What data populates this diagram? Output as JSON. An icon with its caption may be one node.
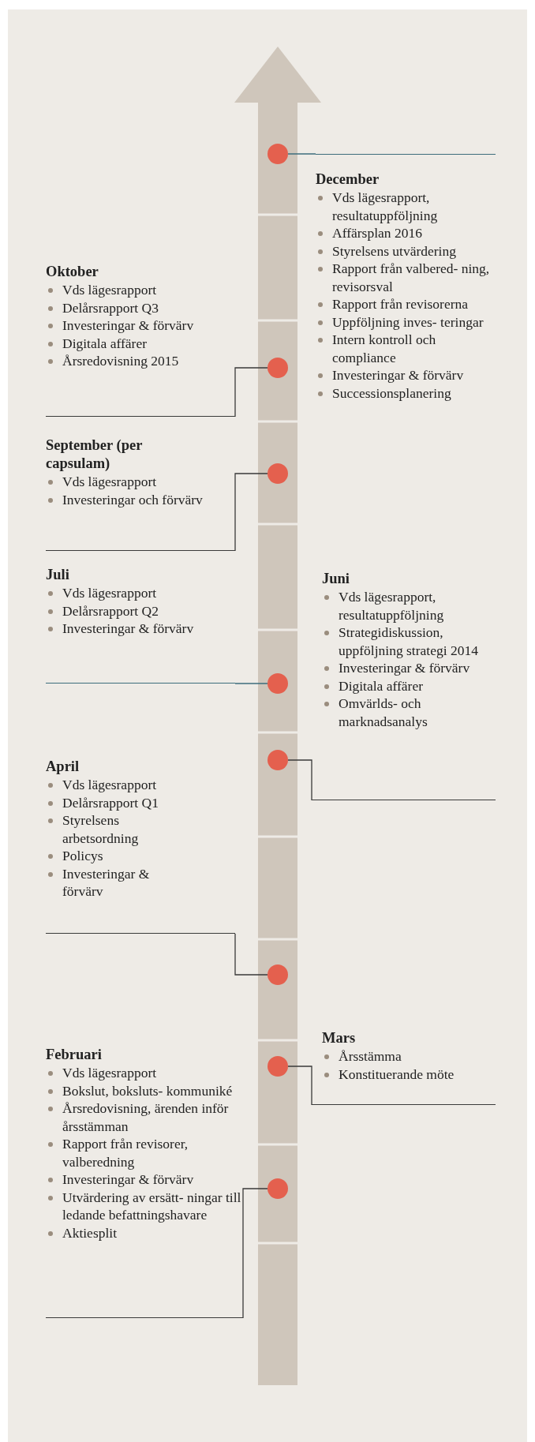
{
  "diagram": {
    "nodes": [
      {
        "text": [
          "December",
          "Vds lägesrapport, resultatuppföljning",
          "Affärsplan 2016",
          "Styrelsens utvärdering",
          "Rapport från valbered- ning, revisorsval",
          "Rapport från revisorerna",
          "Uppföljning inves- teringar",
          "Intern kontroll och compliance",
          "Investeringar & förvärv",
          "Successionsplanering"
        ]
      },
      {
        "text": [],
        "shape": "circle"
      },
      {
        "text": [
          "Oktober",
          "Vds lägesrapport",
          "Delårsrapport Q3",
          "Investeringar & förvärv",
          "Digitala affärer",
          "Årsredovisning 2015"
        ]
      },
      {
        "text": [],
        "shape": "circle"
      },
      {
        "text": [
          "September (per capsulam)",
          "Vds lägesrapport",
          "Investeringar och förvärv"
        ]
      },
      {
        "text": [],
        "shape": "circle"
      },
      {
        "text": [
          "Juli",
          "Vds lägesrapport",
          "Delårsrapport Q2",
          "Investeringar & förvärv"
        ]
      },
      {
        "text": [],
        "shape": "circle"
      },
      {
        "text": [
          "Juni",
          "Vds lägesrapport, resultatuppföljning",
          "Strategidiskussion, uppföljning strategi 2014",
          "Investeringar & förvärv",
          "Digitala affärer",
          "Omvärlds- och marknadsanalys"
        ]
      },
      {
        "text": [],
        "shape": "circle"
      },
      {
        "text": [
          "April",
          "Vds lägesrapport",
          "Delårsrapport Q1",
          "Styrelsens arbetsordning",
          "Policys",
          "Investeringar & förvärv"
        ]
      },
      {
        "text": [],
        "shape": "circle"
      },
      {
        "text": [
          "Mars",
          "Årsstämma",
          "Konstituerande möte"
        ]
      },
      {
        "text": [],
        "shape": "circle"
      },
      {
        "text": [
          "Februari",
          "Vds lägesrapport",
          "Bokslut, boksluts- kommuniké",
          "Årsredovisning, ärenden inför årsstämman",
          "Rapport från revisorer, valberedning",
          "Investeringar & förvärv",
          "Utvärdering av ersätt- ningar till ledande befattningshavare",
          "Aktiesplit"
        ]
      },
      {
        "text": [],
        "shape": "circle"
      }
    ],
    "edges": [
      {
        "from": 1,
        "to": 0,
        "arrow": "none",
        "color": "#3d6d7c"
      },
      {
        "from": 3,
        "to": 2,
        "arrow": "none"
      },
      {
        "from": 5,
        "to": 4,
        "arrow": "none"
      },
      {
        "from": 7,
        "to": 6,
        "arrow": "none",
        "color": "#3d6d7c"
      },
      {
        "from": 9,
        "to": 8,
        "arrow": "none"
      },
      {
        "from": 11,
        "to": 10,
        "arrow": "none"
      },
      {
        "from": 13,
        "to": 12,
        "arrow": "none"
      },
      {
        "from": 15,
        "to": 14,
        "arrow": "none"
      }
    ]
  }
}
